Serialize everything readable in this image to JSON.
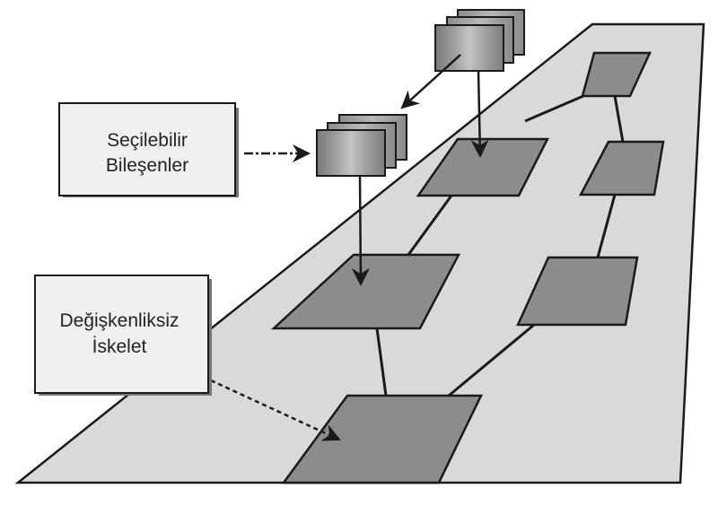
{
  "diagram": {
    "type": "architecture-perspective",
    "colors": {
      "plane_fill": "#d9d9d9",
      "node_fill": "#8c8c8c",
      "label_box_fill": "#f0f0f0",
      "outline": "#1a1a1a",
      "page_background": "#ffffff"
    },
    "labels": {
      "selectable_components": {
        "line1": "Seçilebilir",
        "line2": "Bileşenler"
      },
      "invariant_skeleton": {
        "line1": "Değişkenliksiz",
        "line2": "İskelet"
      }
    },
    "component_stacks": [
      {
        "id": "stack-top",
        "count": 3
      },
      {
        "id": "stack-middle",
        "count": 3
      }
    ],
    "nodes": [
      {
        "id": "node-far-right"
      },
      {
        "id": "node-upper-middle"
      },
      {
        "id": "node-right-middle"
      },
      {
        "id": "node-center"
      },
      {
        "id": "node-right-lower"
      },
      {
        "id": "node-bottom"
      }
    ],
    "connections": [
      {
        "from": "node-upper-middle",
        "to": "node-far-right",
        "style": "solid"
      },
      {
        "from": "node-far-right",
        "to": "node-right-middle",
        "style": "solid"
      },
      {
        "from": "node-upper-middle",
        "to": "node-center",
        "style": "solid"
      },
      {
        "from": "node-right-middle",
        "to": "node-right-lower",
        "style": "solid"
      },
      {
        "from": "node-center",
        "to": "node-bottom",
        "style": "solid"
      },
      {
        "from": "node-right-lower",
        "to": "node-bottom",
        "style": "solid"
      }
    ],
    "arrows": [
      {
        "from": "stack-top",
        "to": "stack-middle",
        "style": "solid"
      },
      {
        "from": "stack-top",
        "to": "node-upper-middle",
        "style": "solid"
      },
      {
        "from": "stack-middle",
        "to": "node-center",
        "style": "solid"
      },
      {
        "from": "selectable_components",
        "to": "stack-middle",
        "style": "dash-dot"
      },
      {
        "from": "invariant_skeleton",
        "to": "node-bottom",
        "style": "dashed"
      }
    ]
  }
}
